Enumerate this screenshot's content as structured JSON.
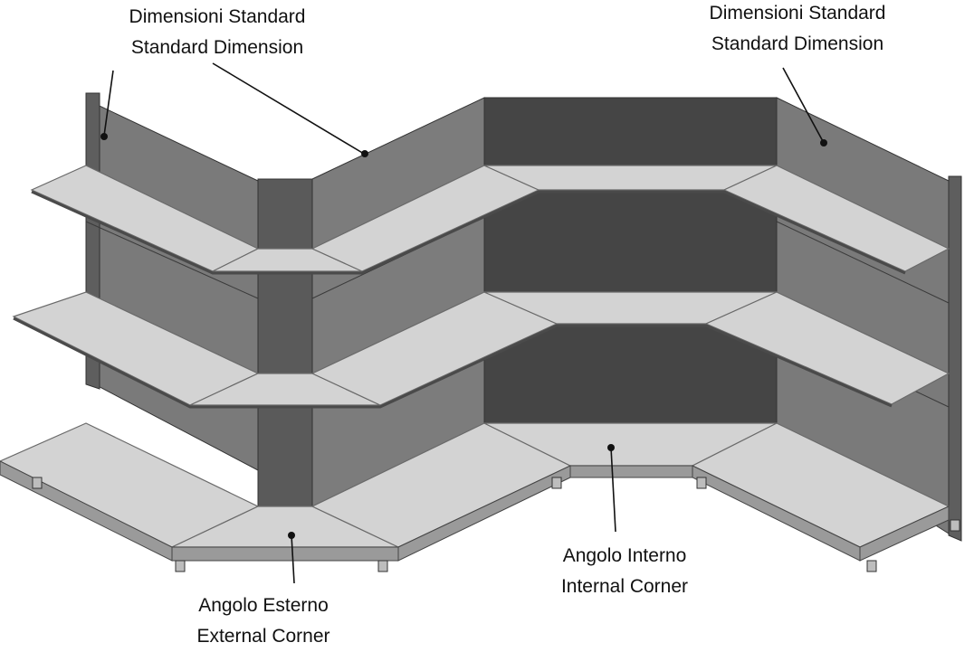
{
  "labels": {
    "standard_left": {
      "line1": "Dimensioni Standard",
      "line2": "Standard Dimension"
    },
    "standard_right": {
      "line1": "Dimensioni Standard",
      "line2": "Standard Dimension"
    },
    "internal_corner": {
      "line1": "Angolo Interno",
      "line2": "Internal Corner"
    },
    "external_corner": {
      "line1": "Angolo Esterno",
      "line2": "External Corner"
    }
  },
  "colors": {
    "panel_dark": "#4a4a4a",
    "panel_mid": "#6c6c6c",
    "panel_light": "#8a8a8a",
    "shelf": "#d2d2d2",
    "shelf_edge": "#7a7a7a",
    "leader": "#111111"
  }
}
